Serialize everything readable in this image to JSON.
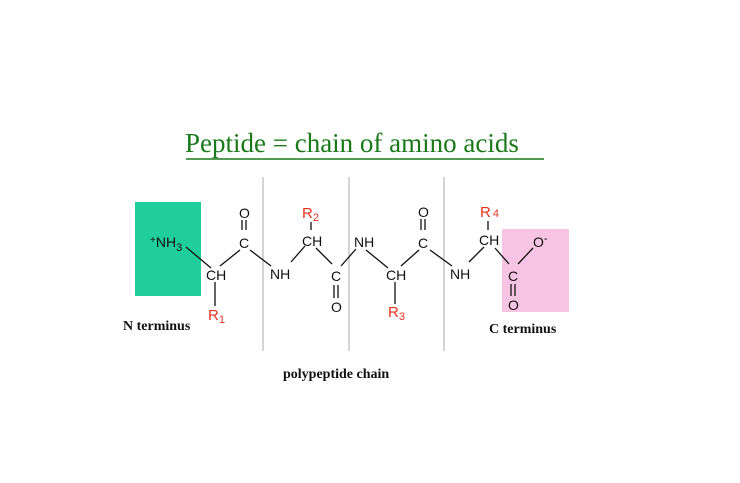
{
  "title": "Peptide = chain of amino acids",
  "colors": {
    "title": "#1a7a1a",
    "n_terminus_box": "#1fce9a",
    "c_terminus_box": "#f7c4e4",
    "r_group": "#e8311f",
    "divider": "#b8b8b8",
    "text": "#111111"
  },
  "structure": {
    "n_terminal_group": {
      "charge": "+",
      "label": "NH",
      "subscript": "3"
    },
    "residues": [
      {
        "ch": "CH",
        "r_label": "R",
        "r_sub": "1",
        "carbonyl_c": "C",
        "carbonyl_o": "O"
      },
      {
        "nh": "NH",
        "ch": "CH",
        "r_label": "R",
        "r_sub": "2",
        "carbonyl_c": "C",
        "carbonyl_o": "O"
      },
      {
        "nh": "NH",
        "ch": "CH",
        "r_label": "R",
        "r_sub": "3",
        "carbonyl_c": "C",
        "carbonyl_o": "O"
      },
      {
        "nh": "NH",
        "ch": "CH",
        "r_label": "R",
        "r_sub": "4",
        "carbonyl_c": "C",
        "carbonyl_o": "O"
      }
    ],
    "c_terminal_oxygen": {
      "label": "O",
      "charge": "-"
    }
  },
  "labels": {
    "n_terminus": "N terminus",
    "c_terminus": "C terminus",
    "chain": "polypeptide chain"
  }
}
